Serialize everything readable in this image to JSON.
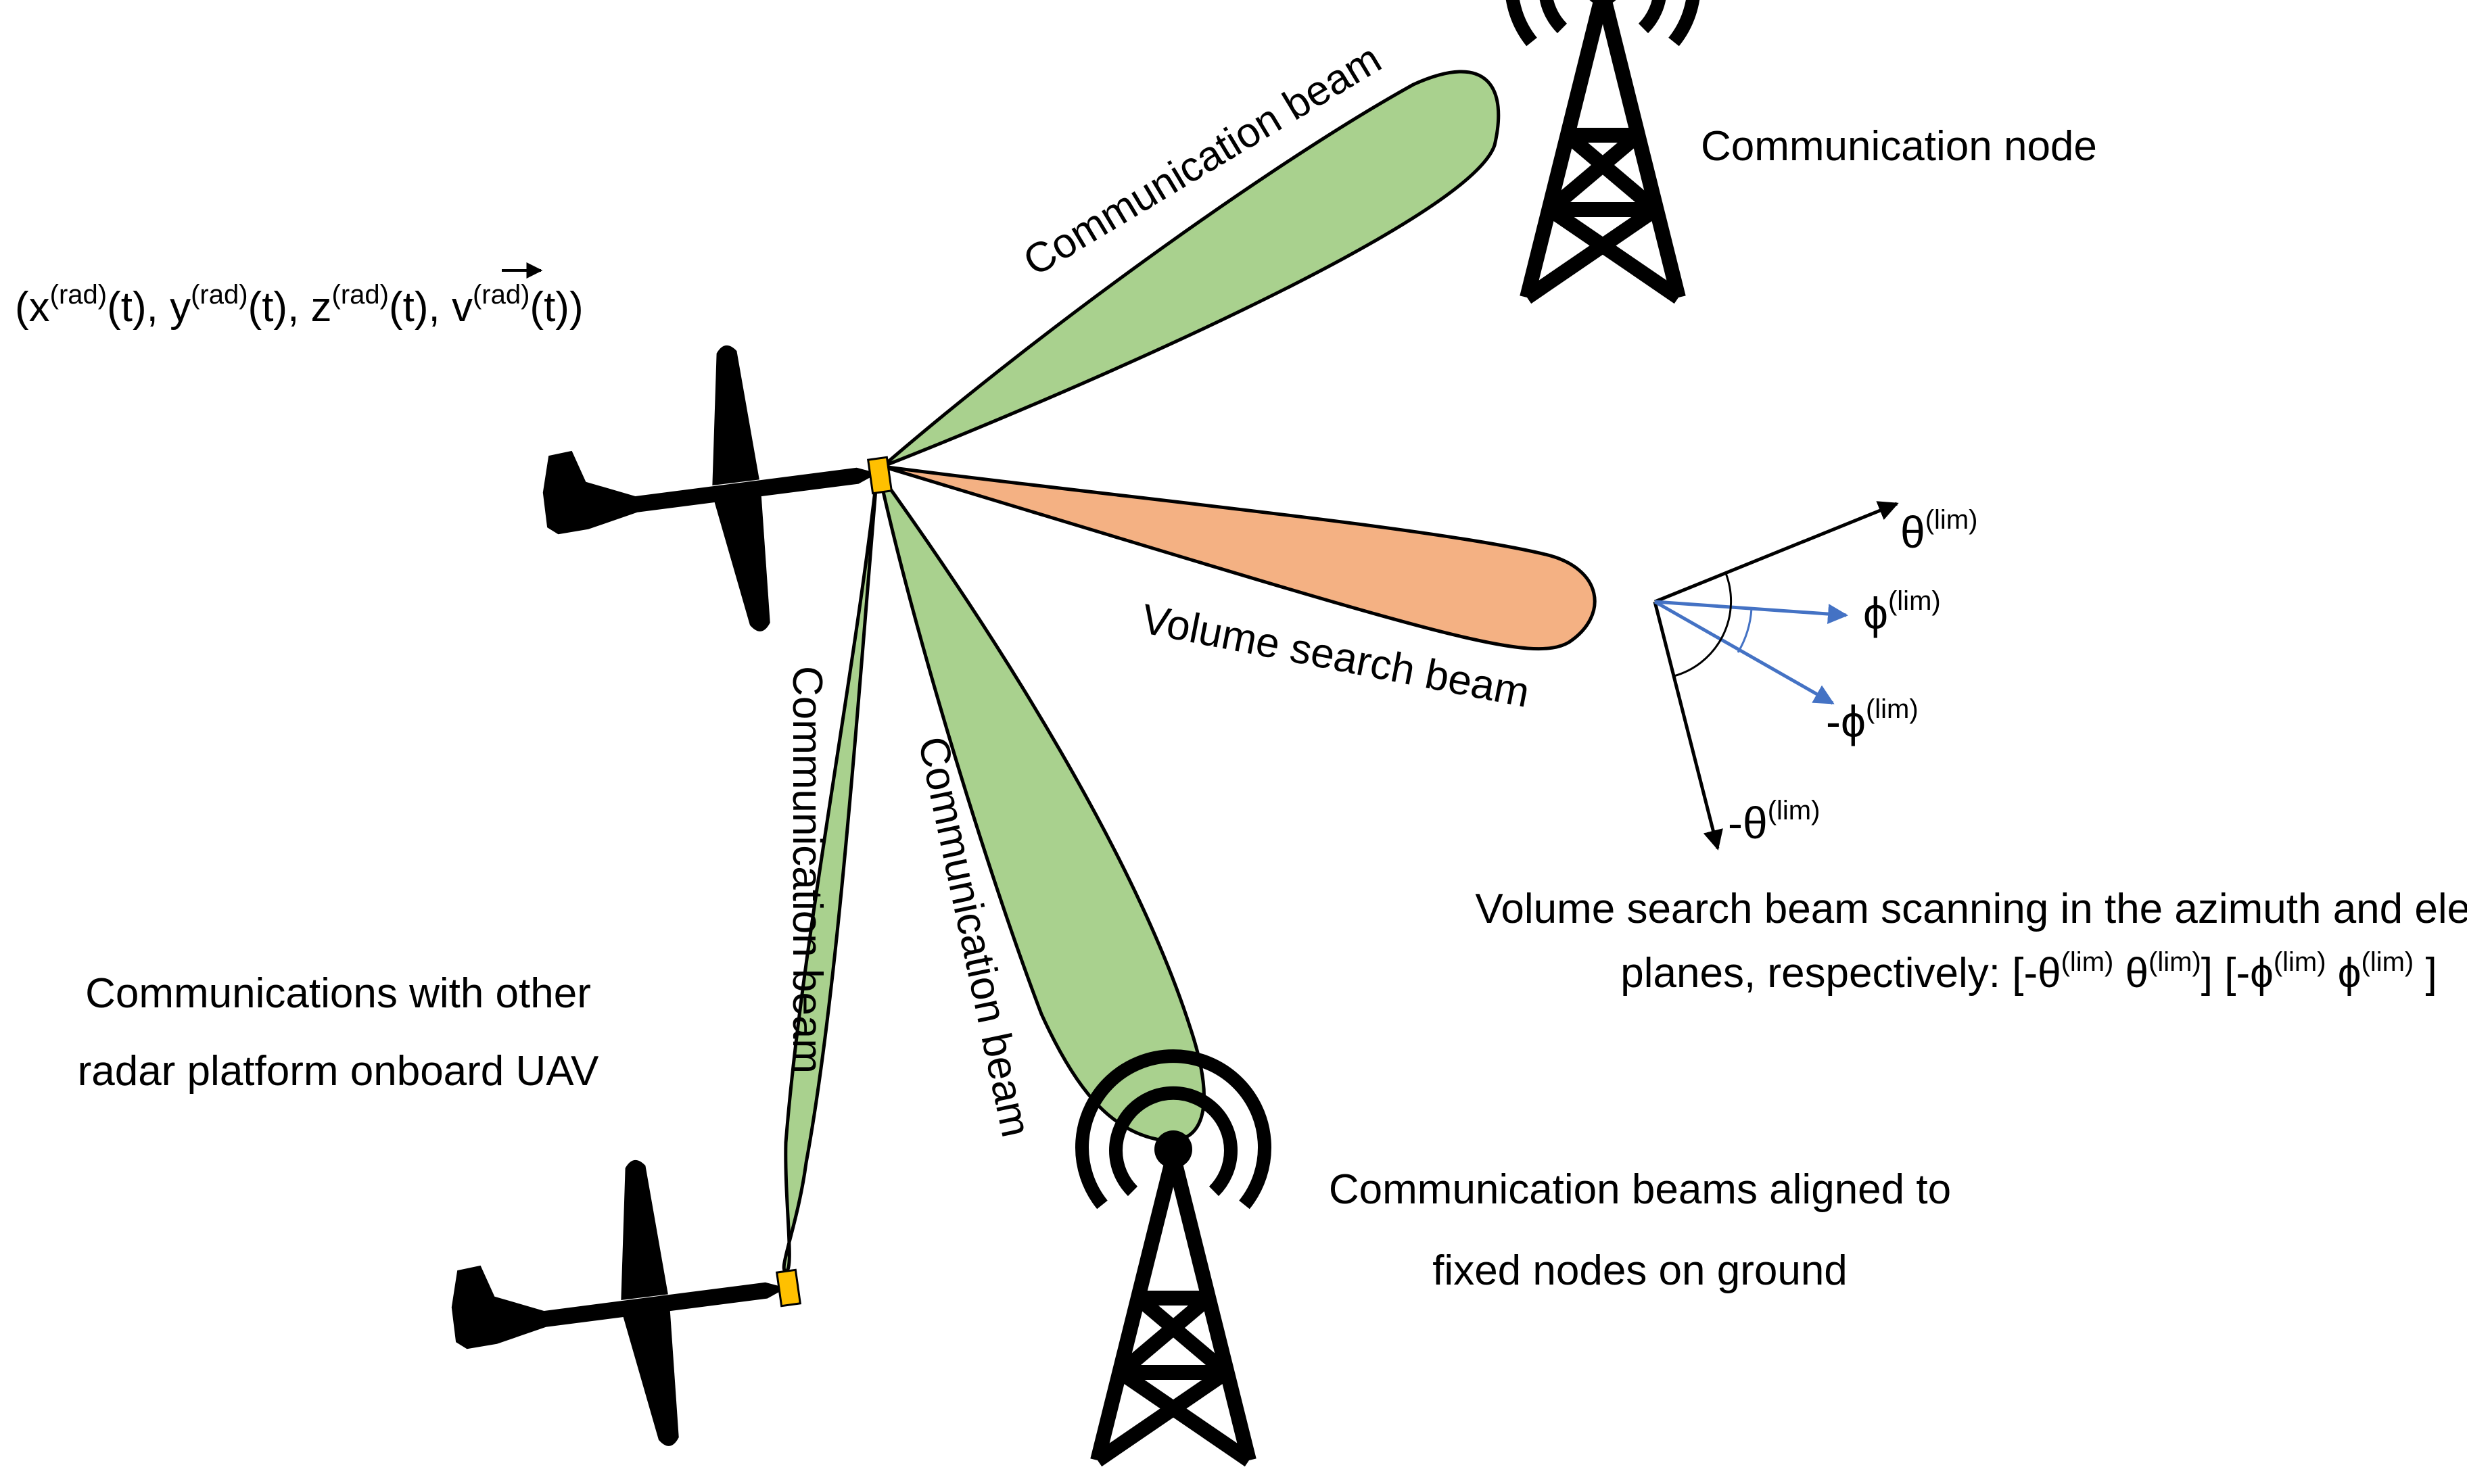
{
  "colors": {
    "communication_beam": "#a9d18e",
    "search_beam": "#f4b183",
    "antenna_patch": "#ffc000",
    "phi_arrow": "#4472c4",
    "silhouette": "#000000"
  },
  "icons": [
    "uav-icon",
    "radio-tower-icon",
    "antenna-patch-icon"
  ],
  "labels": {
    "beam_top": "Communication beam",
    "beam_search": "Volume search beam",
    "beam_vertical": "Communication beam",
    "beam_lower": "Communication beam",
    "node_top": "Communication node",
    "ground_nodes_line1": "Communication beams aligned to",
    "ground_nodes_line2": "fixed nodes on ground",
    "other_uav_line1": "Communications with other",
    "other_uav_line2": "radar platform onboard UAV",
    "scan_line1": "Volume search beam scanning in the azimuth and elevation",
    "scan_line2_prefix": "planes, respectively: [-θ",
    "scan_line2_mid1": " θ",
    "scan_line2_mid2": "] [-ϕ",
    "scan_line2_mid3": " ϕ",
    "scan_line2_end": " ]"
  },
  "state_vector": {
    "open": "(x",
    "y": "(t), y",
    "z": "(t), z",
    "v": "(t), v",
    "close": "(t))",
    "sup": "(rad)"
  },
  "axes": {
    "theta": "θ",
    "phi": "ϕ",
    "neg_phi": "-ϕ",
    "neg_theta": "-θ",
    "sup": "(lim)"
  }
}
